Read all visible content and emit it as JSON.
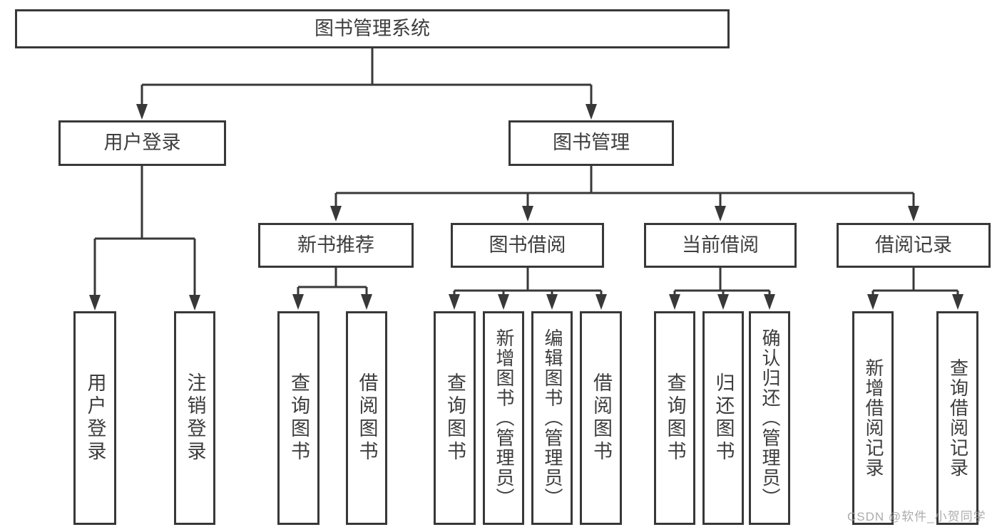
{
  "tree": {
    "label": "图书管理系统",
    "children": [
      {
        "label": "用户登录",
        "children": [
          {
            "label": "用户登录"
          },
          {
            "label": "注销登录"
          }
        ]
      },
      {
        "label": "图书管理",
        "children": [
          {
            "label": "新书推荐",
            "children": [
              {
                "label": "查询图书"
              },
              {
                "label": "借阅图书"
              }
            ]
          },
          {
            "label": "图书借阅",
            "children": [
              {
                "label": "查询图书"
              },
              {
                "label": "新增图书（管理员）"
              },
              {
                "label": "编辑图书（管理员）"
              },
              {
                "label": "借阅图书"
              }
            ]
          },
          {
            "label": "当前借阅",
            "children": [
              {
                "label": "查询图书"
              },
              {
                "label": "归还图书"
              },
              {
                "label": "确认归还（管理员）"
              }
            ]
          },
          {
            "label": "借阅记录",
            "children": [
              {
                "label": "新增借阅记录"
              },
              {
                "label": "查询借阅记录"
              }
            ]
          }
        ]
      }
    ]
  },
  "watermark": {
    "text": "CSDN @软件_小贺同学"
  },
  "colors": {
    "line": "#383838",
    "text": "#3d3d3d",
    "background": "#ffffff",
    "watermark": "#9e9e9e"
  }
}
